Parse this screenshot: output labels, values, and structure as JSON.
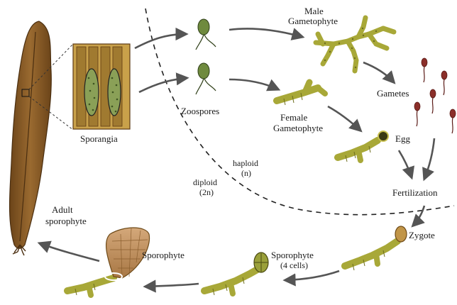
{
  "labels": {
    "male_gametophyte": [
      "Male",
      "Gametophyte"
    ],
    "zoospores": "Zoospores",
    "female_gametophyte": [
      "Female",
      "Gametophyte"
    ],
    "gametes": "Gametes",
    "egg": "Egg",
    "sporangia": "Sporangia",
    "haploid": [
      "haploid",
      "(n)"
    ],
    "diploid": [
      "diploid",
      "(2n)"
    ],
    "fertilization": "Fertilization",
    "adult_sporophyte": [
      "Adult",
      "sporophyte"
    ],
    "zygote": "Zygote",
    "sporophyte": "Sporophyte",
    "sporophyte_4cells": [
      "Sporophyte",
      "(4 cells)"
    ]
  },
  "colors": {
    "kelp_brown": "#8a5a26",
    "kelp_dark": "#5e3b15",
    "gametophyte_olive": "#a8a838",
    "gametophyte_dark": "#6e6e1e",
    "zoospore_green": "#6f8a3e",
    "gamete_red": "#8b2f2a",
    "arrow_gray": "#555555",
    "sporophyte_tan": "#c79a6a"
  }
}
